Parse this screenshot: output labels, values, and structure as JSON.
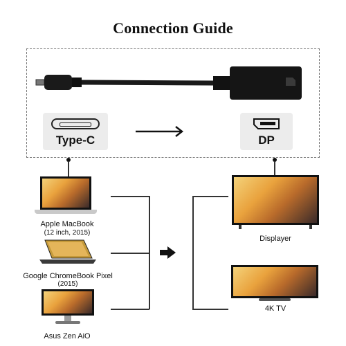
{
  "title": "Connection Guide",
  "ports": {
    "left": "Type-C",
    "right": "DP"
  },
  "devices_left": [
    {
      "line1": "Apple MacBook",
      "line2": "(12 inch, 2015)"
    },
    {
      "line1": "Google ChromeBook Pixel",
      "line2": "(2015)"
    },
    {
      "line1": "Asus Zen AiO",
      "line2": ""
    }
  ],
  "devices_right": [
    {
      "label": "Displayer"
    },
    {
      "label": "4K TV"
    }
  ],
  "icons": {
    "connect_arrow": "long-right-arrow",
    "flow_arrow": "right-arrow-bold"
  }
}
